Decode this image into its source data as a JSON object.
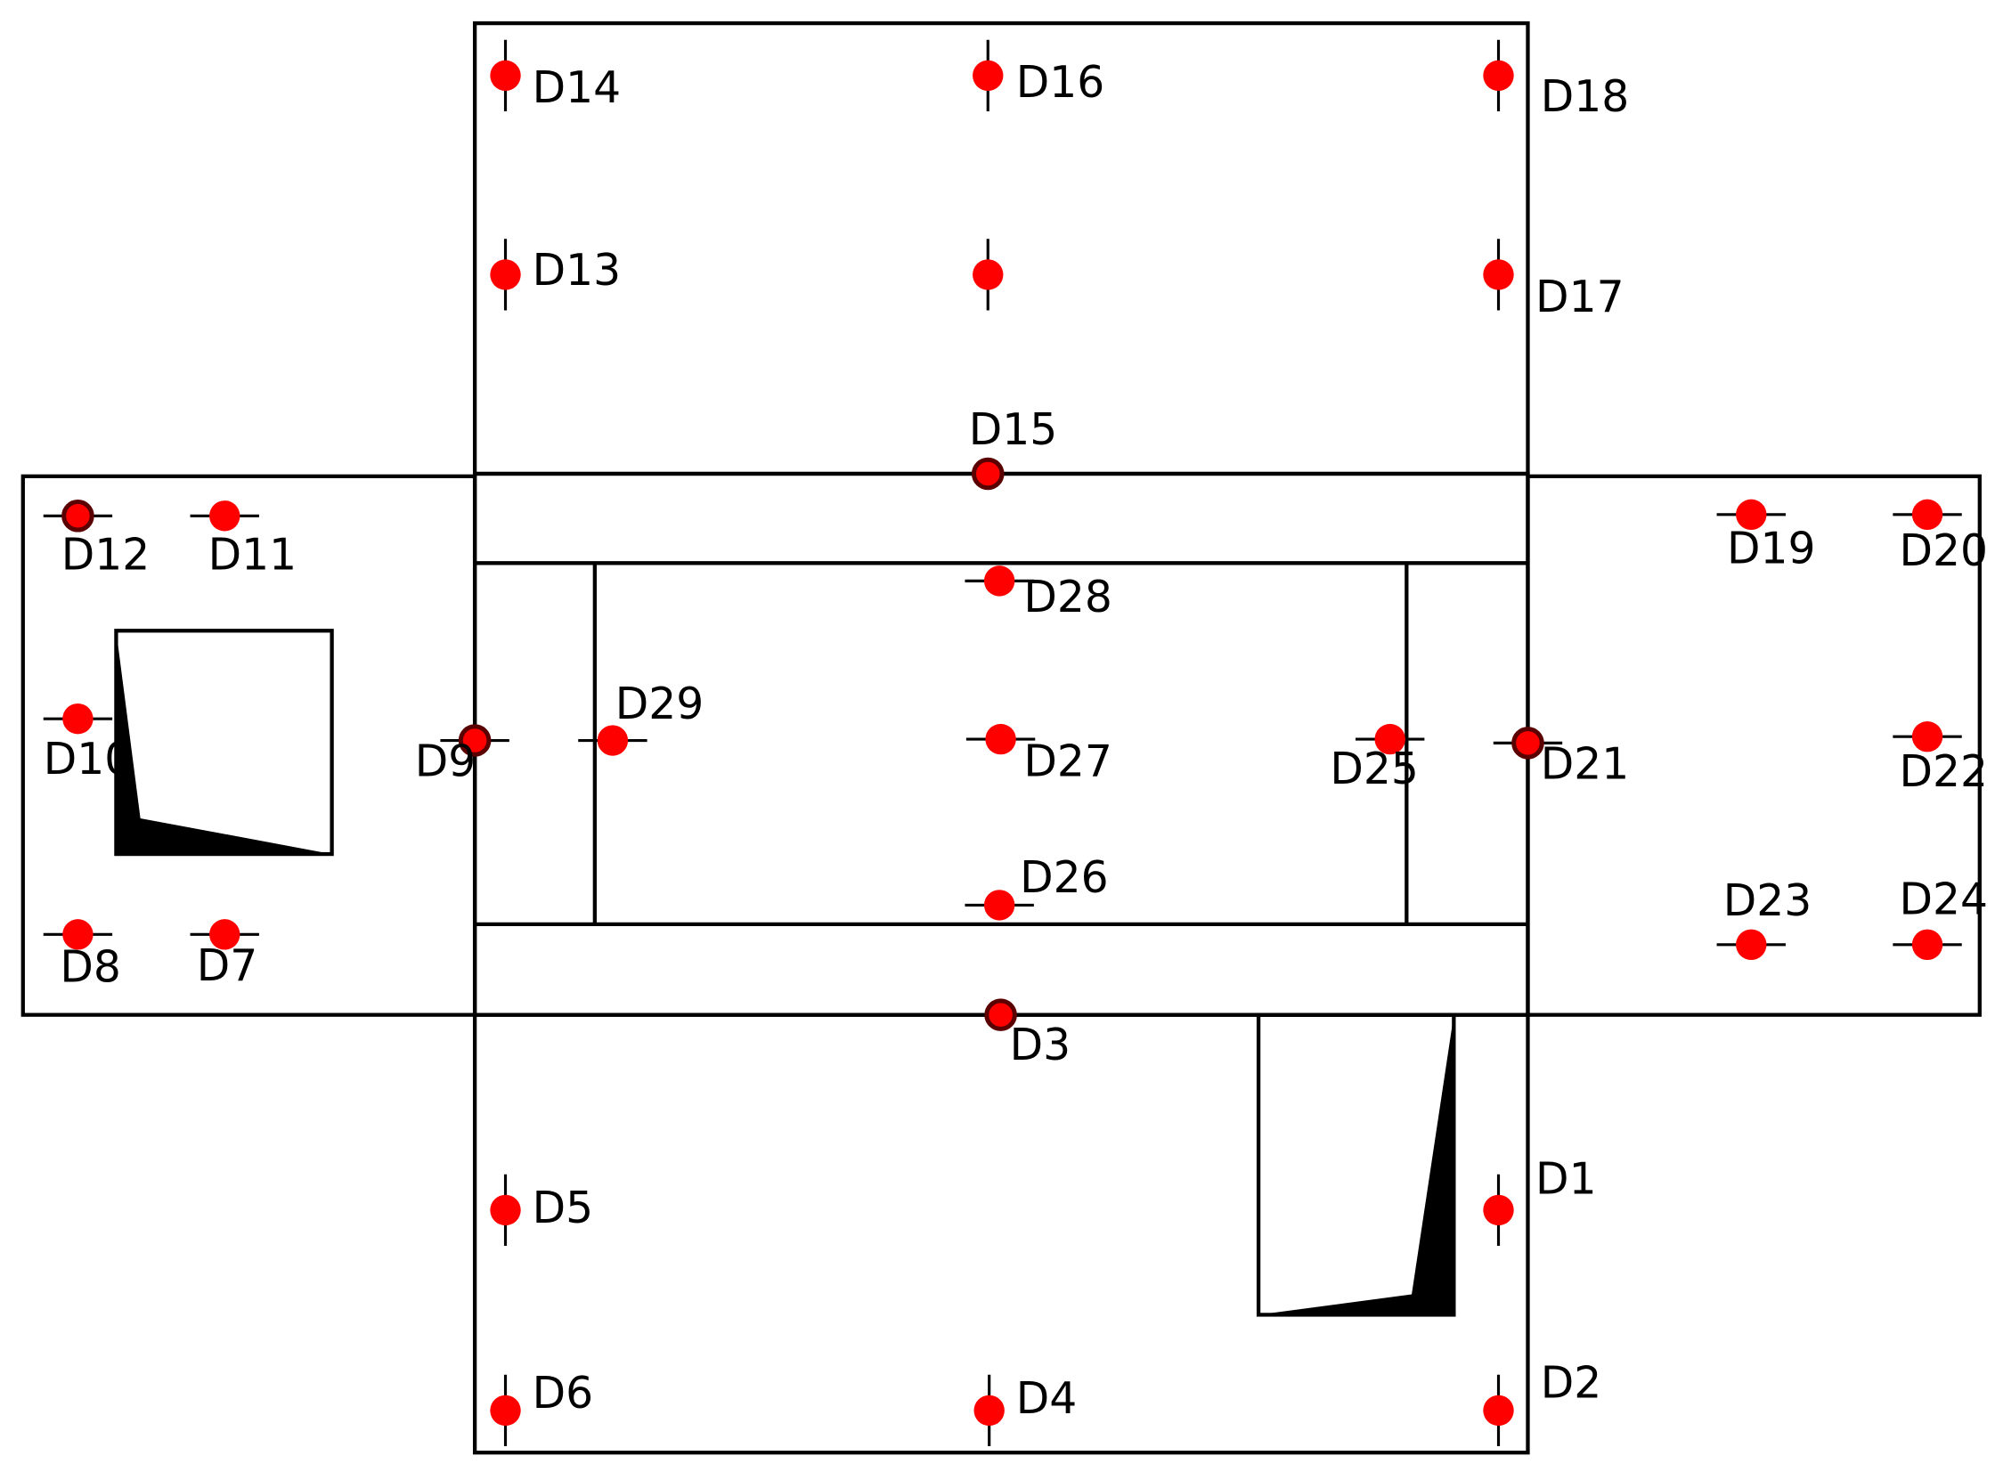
{
  "colors": {
    "sensor_fill": "#ff0000",
    "sensor_ring": "#5a0000",
    "line": "#000000",
    "background": "#ffffff"
  },
  "sensors": [
    {
      "id": "d1",
      "label": "D1"
    },
    {
      "id": "d2",
      "label": "D2"
    },
    {
      "id": "d3",
      "label": "D3"
    },
    {
      "id": "d4",
      "label": "D4"
    },
    {
      "id": "d5",
      "label": "D5"
    },
    {
      "id": "d6",
      "label": "D6"
    },
    {
      "id": "d7",
      "label": "D7"
    },
    {
      "id": "d8",
      "label": "D8"
    },
    {
      "id": "d9",
      "label": "D9"
    },
    {
      "id": "d10",
      "label": "D10"
    },
    {
      "id": "d11",
      "label": "D11"
    },
    {
      "id": "d12",
      "label": "D12"
    },
    {
      "id": "d13",
      "label": "D13"
    },
    {
      "id": "d14",
      "label": "D14"
    },
    {
      "id": "d15",
      "label": "D15"
    },
    {
      "id": "d16",
      "label": "D16"
    },
    {
      "id": "d17",
      "label": "D17"
    },
    {
      "id": "d18",
      "label": "D18"
    },
    {
      "id": "d19",
      "label": "D19"
    },
    {
      "id": "d20",
      "label": "D20"
    },
    {
      "id": "d21",
      "label": "D21"
    },
    {
      "id": "d22",
      "label": "D22"
    },
    {
      "id": "d23",
      "label": "D23"
    },
    {
      "id": "d24",
      "label": "D24"
    },
    {
      "id": "d25",
      "label": "D25"
    },
    {
      "id": "d26",
      "label": "D26"
    },
    {
      "id": "d27",
      "label": "D27"
    },
    {
      "id": "d28",
      "label": "D28"
    },
    {
      "id": "d29",
      "label": "D29"
    }
  ]
}
